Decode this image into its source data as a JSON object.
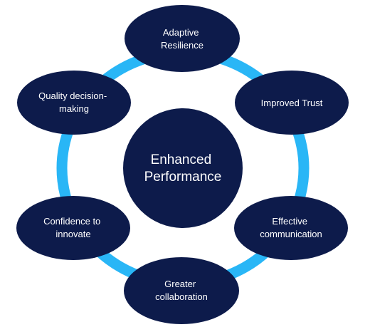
{
  "colors": {
    "node_fill": "#0d1b4b",
    "ring": "#29b6f6",
    "text": "#ffffff",
    "background": "#ffffff"
  },
  "center": {
    "lines": [
      "Enhanced",
      "Performance"
    ]
  },
  "nodes": [
    {
      "id": "adaptive-resilience",
      "lines": [
        "Adaptive",
        "Resilience"
      ]
    },
    {
      "id": "improved-trust",
      "lines": [
        "Improved Trust"
      ]
    },
    {
      "id": "effective-communication",
      "lines": [
        "Effective",
        "communication"
      ]
    },
    {
      "id": "greater-collaboration",
      "lines": [
        "Greater",
        "collaboration"
      ]
    },
    {
      "id": "confidence-to-innovate",
      "lines": [
        "Confidence to",
        "innovate"
      ]
    },
    {
      "id": "quality-decision-making",
      "lines": [
        "Quality decision-",
        "making"
      ]
    }
  ]
}
